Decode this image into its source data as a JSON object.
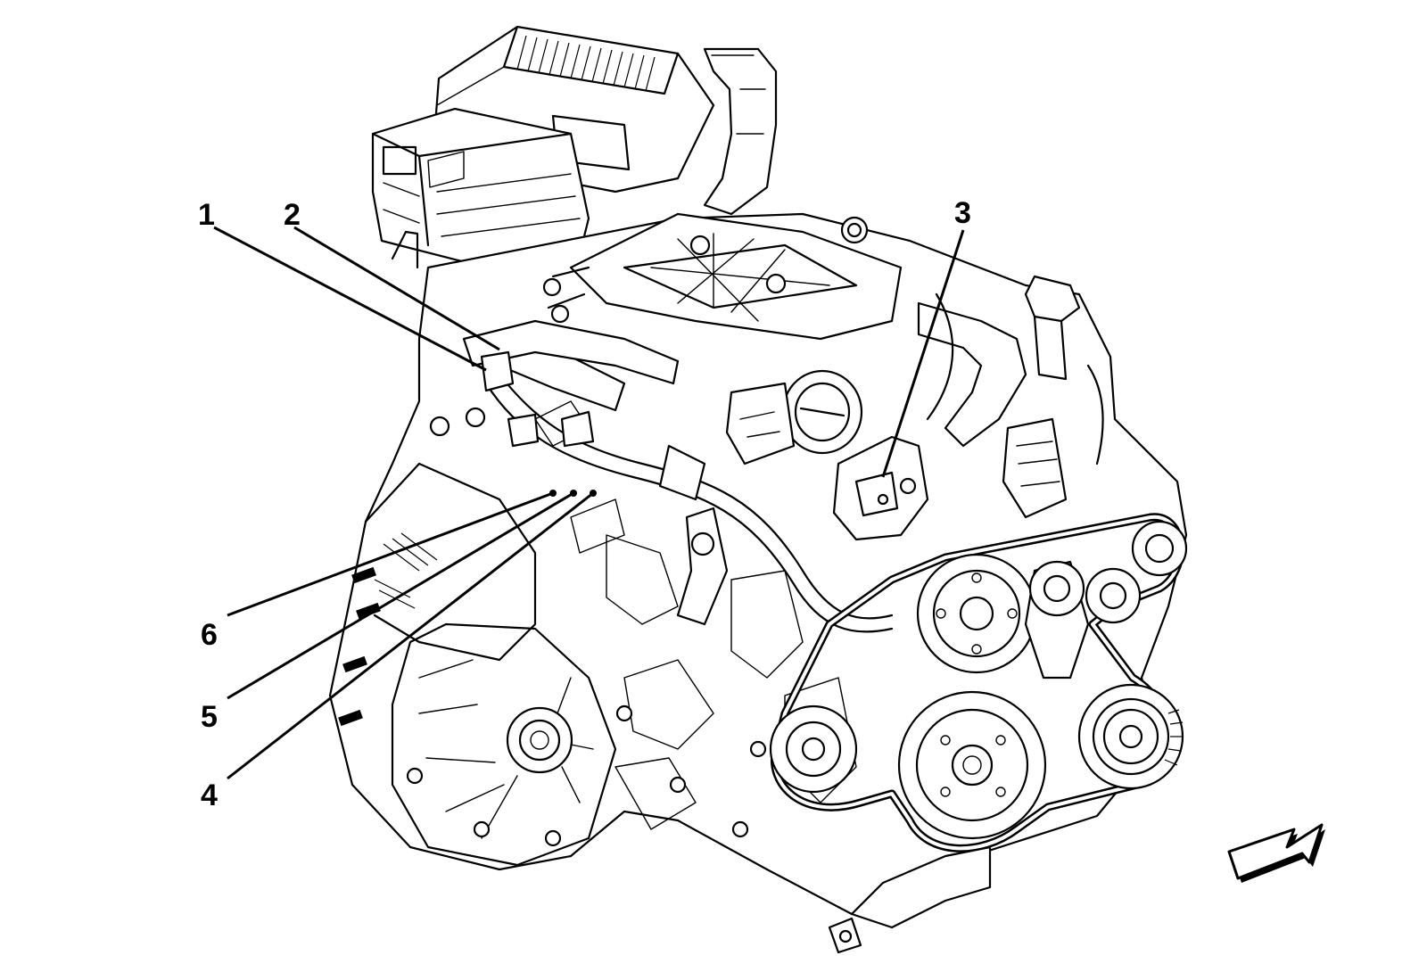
{
  "callouts": {
    "c1": "1",
    "c2": "2",
    "c3": "3",
    "c4": "4",
    "c5": "5",
    "c6": "6"
  },
  "colors": {
    "line": "#000000",
    "background": "#ffffff"
  },
  "icons": {
    "direction_arrow": "front-direction-arrow-icon"
  }
}
